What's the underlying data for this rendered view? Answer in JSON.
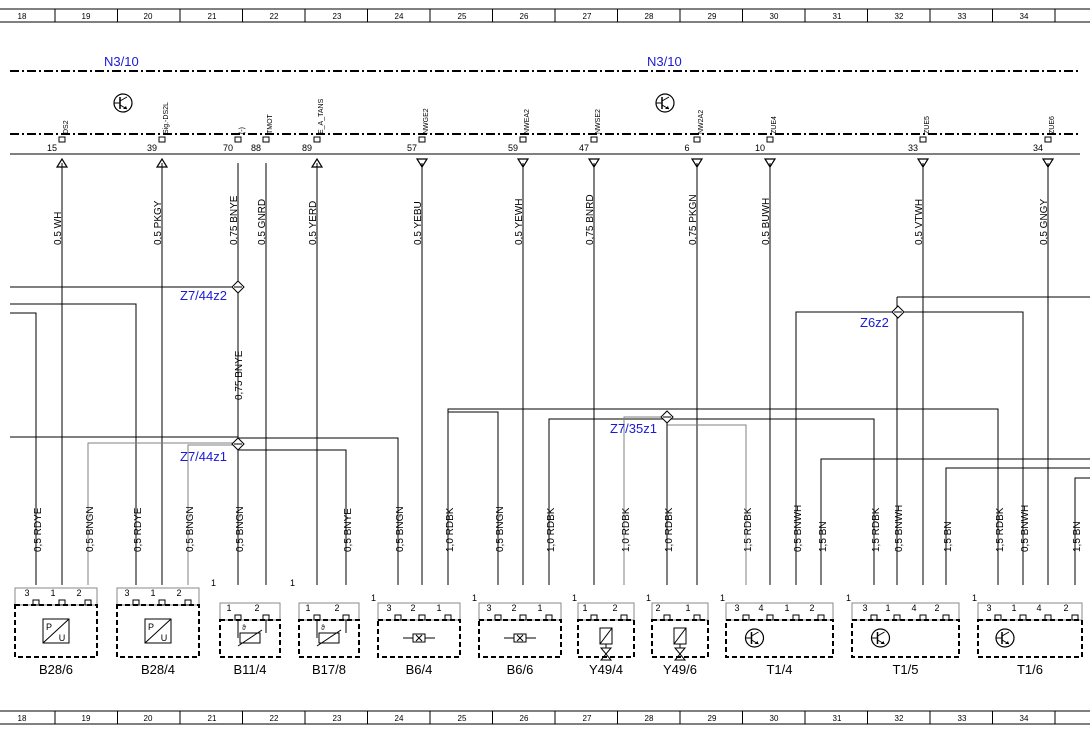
{
  "grid_columns": [
    "18",
    "19",
    "20",
    "21",
    "22",
    "23",
    "24",
    "25",
    "26",
    "27",
    "28",
    "29",
    "30",
    "31",
    "32",
    "33",
    "34"
  ],
  "module_labels": [
    "N3/10",
    "N3/10"
  ],
  "connector": {
    "signals": [
      "DS2",
      "Sig.-DS2L",
      "(-)",
      "TMOT",
      "E_A_TANS",
      "NWGE2",
      "NWEA2",
      "NWSE2",
      "NW2A2",
      "ZUE4",
      "ZUE5",
      "ZUE6"
    ],
    "pin_numbers": [
      "15",
      "39",
      "70",
      "88",
      "89",
      "57",
      "59",
      "47",
      "6",
      "10",
      "33",
      "34"
    ]
  },
  "upper_wires": [
    "0,5 WH",
    "0,5 PKGY",
    "0,75 BNYE",
    "0,5 GNRD",
    "0,5 YERD",
    "0,5 YEBU",
    "0,5 YEWH",
    "0,75 BNRD",
    "0,75 PKGN",
    "0,5 BUWH",
    "0,5 VTWH",
    "0,5 GNGY"
  ],
  "mid_wire": "0,75 BNYE",
  "splices": [
    "Z7/44z2",
    "Z7/44z1",
    "Z6z2",
    "Z7/35z1"
  ],
  "lower_wires": [
    "0,5 RDYE",
    "0,5 BNGN",
    "0,5 RDYE",
    "0,5 BNGN",
    "0,5 BNGN",
    "0,5 BNYE",
    "0,5 BNGN",
    "1,0 RDBK",
    "0,5 BNGN",
    "1,0 RDBK",
    "1,0 RDBK",
    "1,0 RDBK",
    "1,5 RDBK",
    "0,5 BNWH",
    "1,5 BN",
    "1,5 RDBK",
    "0,5 BNWH",
    "1,5 BN",
    "1,5 RDBK",
    "0,5 BNWH",
    "1,5 BN"
  ],
  "components": [
    "B28/6",
    "B28/4",
    "B11/4",
    "B17/8",
    "B6/4",
    "B6/6",
    "Y49/4",
    "Y49/6",
    "T1/4",
    "T1/5",
    "T1/6"
  ],
  "component_pins": [
    [
      "3",
      "1",
      "2"
    ],
    [
      "3",
      "1",
      "2"
    ],
    [
      "1",
      "2"
    ],
    [
      "1",
      "2"
    ],
    [
      "3",
      "2",
      "1"
    ],
    [
      "3",
      "2",
      "1"
    ],
    [
      "1",
      "2"
    ],
    [
      "2",
      "1"
    ],
    [
      "3",
      "4",
      "1",
      "2"
    ],
    [
      "3",
      "1",
      "4",
      "2"
    ],
    [
      "3",
      "1",
      "4",
      "2"
    ]
  ],
  "pin1_markers": [
    "1",
    "1",
    "1",
    "1",
    "1",
    "1",
    "1",
    "1"
  ],
  "pu_symbols": [
    "P",
    "U"
  ]
}
